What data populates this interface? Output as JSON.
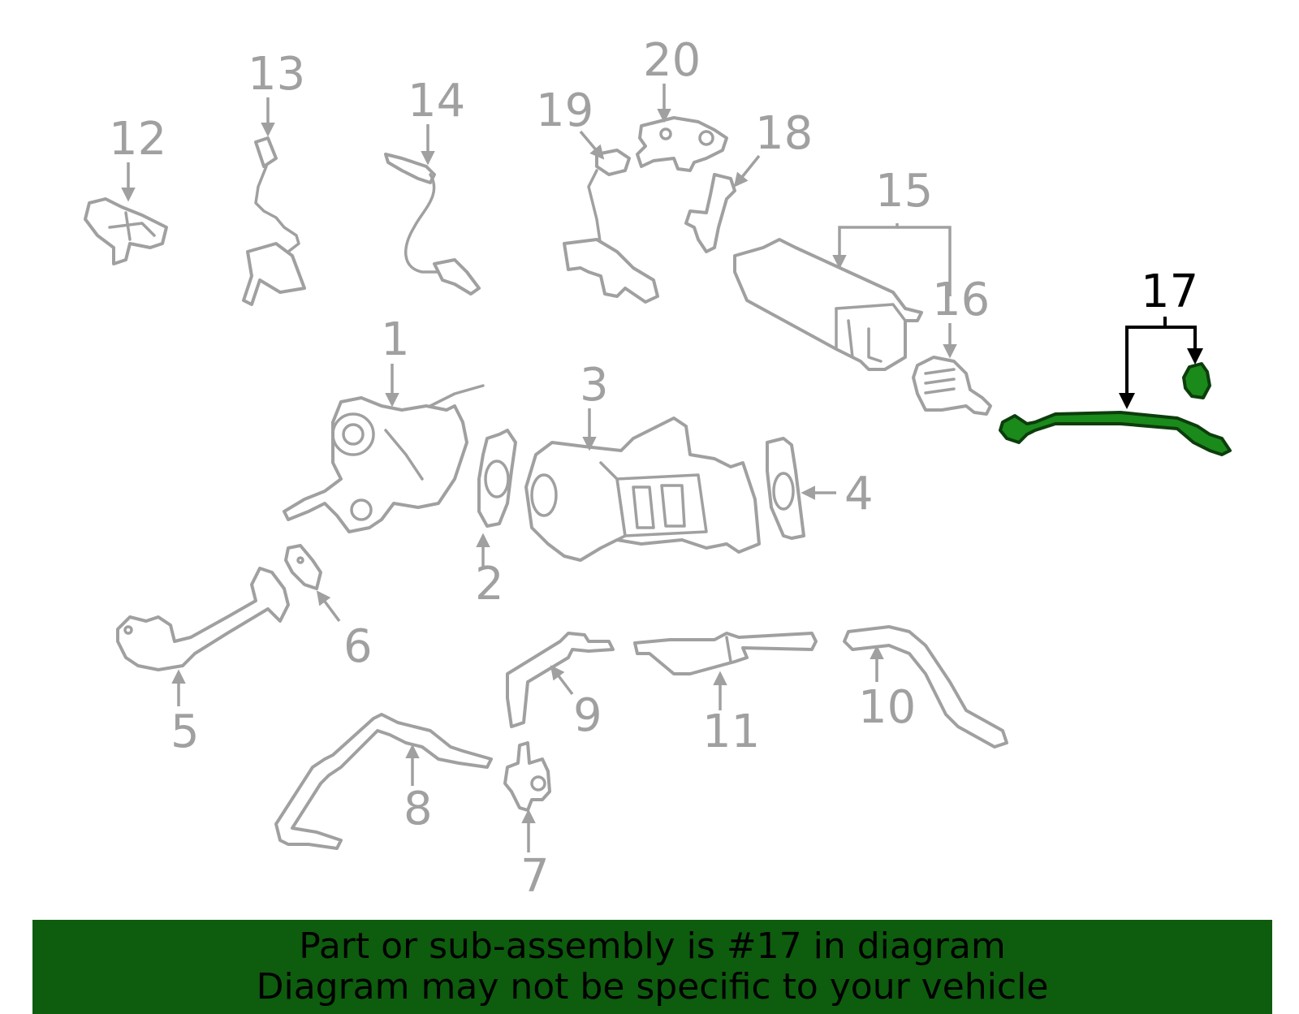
{
  "callouts": [
    "1",
    "2",
    "3",
    "4",
    "5",
    "6",
    "7",
    "8",
    "9",
    "10",
    "11",
    "12",
    "13",
    "14",
    "15",
    "16",
    "17",
    "18",
    "19",
    "20"
  ],
  "highlighted_part": "17",
  "banner": {
    "line1": "Part or sub-assembly is #17 in diagram",
    "line2": "Diagram may not be specific to your vehicle"
  },
  "colors": {
    "part_outline": "#a0a0a0",
    "highlight_fill": "#1a8a1a",
    "banner_background": "#0e5c0e",
    "highlight_label": "#000000"
  }
}
